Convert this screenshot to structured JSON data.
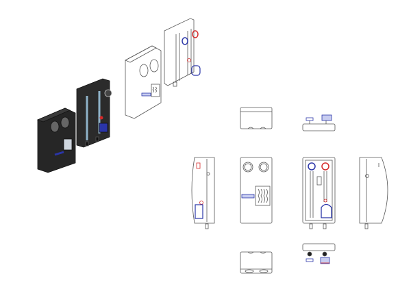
{
  "drawing": {
    "views": [
      "isometric-exploded-black",
      "isometric-exploded-white",
      "top",
      "left",
      "front-cover",
      "front-unit",
      "right",
      "bottom"
    ]
  },
  "colors": {
    "outline": "#555555",
    "dark_body": "#2b2b2b",
    "hot": "#d42a2a",
    "cold": "#2a35a8",
    "pipe": "#8fb3c9"
  }
}
